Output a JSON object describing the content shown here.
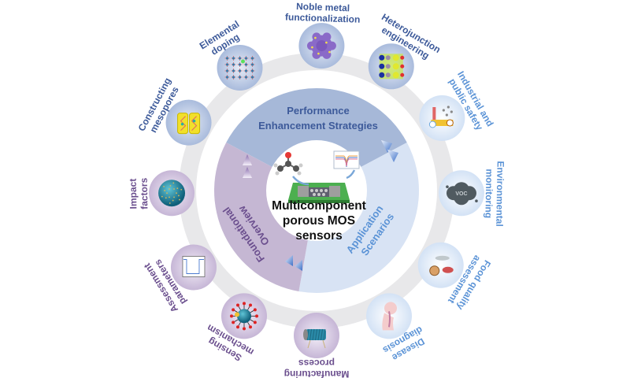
{
  "title": "Multicomponent porous MOS sensors",
  "center": {
    "lines": [
      "Multicomponent",
      "porous MOS",
      "sensors"
    ]
  },
  "sectors": [
    {
      "id": "performance",
      "lines": [
        "Performance",
        "Enhancement Strategies"
      ],
      "color": "#a6b8d8",
      "text_color": "#3d5a9a"
    },
    {
      "id": "application",
      "lines": [
        "Application",
        "Scenarios"
      ],
      "color": "#d8e3f4",
      "text_color": "#5b93d6"
    },
    {
      "id": "foundational",
      "lines": [
        "Foundational",
        "Overview"
      ],
      "color": "#c5b7d3",
      "text_color": "#6b4f8e"
    }
  ],
  "nodes": [
    {
      "id": "noble-metal",
      "lines": [
        "Noble metal",
        "functionalization"
      ],
      "group": "performance",
      "icon": "nanocluster-icon"
    },
    {
      "id": "heterojunction",
      "lines": [
        "Heterojunction",
        "engineering"
      ],
      "group": "performance",
      "icon": "crystal-lattice-icon"
    },
    {
      "id": "industrial",
      "lines": [
        "Industrial and",
        "public safety"
      ],
      "group": "application",
      "icon": "factory-icon"
    },
    {
      "id": "environmental",
      "lines": [
        "Environmental",
        "monitoring"
      ],
      "group": "application",
      "icon": "voc-cloud-icon",
      "icon_text": "VOC"
    },
    {
      "id": "food",
      "lines": [
        "Food quality",
        "assessment"
      ],
      "group": "application",
      "icon": "food-icon"
    },
    {
      "id": "disease",
      "lines": [
        "Disease",
        "diagnosis"
      ],
      "group": "application",
      "icon": "human-breath-icon"
    },
    {
      "id": "manufacturing",
      "lines": [
        "Manufacturing",
        "process"
      ],
      "group": "foundational",
      "icon": "tube-sensor-icon"
    },
    {
      "id": "sensing",
      "lines": [
        "Sensing",
        "mechanism"
      ],
      "group": "foundational",
      "icon": "gas-adsorption-icon"
    },
    {
      "id": "assessment",
      "lines": [
        "Assessment",
        "parameters"
      ],
      "group": "foundational",
      "icon": "response-curve-icon"
    },
    {
      "id": "impact",
      "lines": [
        "Impact",
        "factors"
      ],
      "group": "foundational",
      "icon": "nanosphere-icon"
    },
    {
      "id": "mesopores",
      "lines": [
        "Constructing",
        "mesopores"
      ],
      "group": "performance",
      "icon": "mesopore-channel-icon"
    },
    {
      "id": "doping",
      "lines": [
        "Elemental",
        "doping"
      ],
      "group": "performance",
      "icon": "doped-lattice-icon"
    }
  ],
  "colors": {
    "ring": "#e8e8ea",
    "performance_node": "#a9bbdc",
    "application_node": "#dbe7f6",
    "foundational_node": "#cdbfda"
  }
}
